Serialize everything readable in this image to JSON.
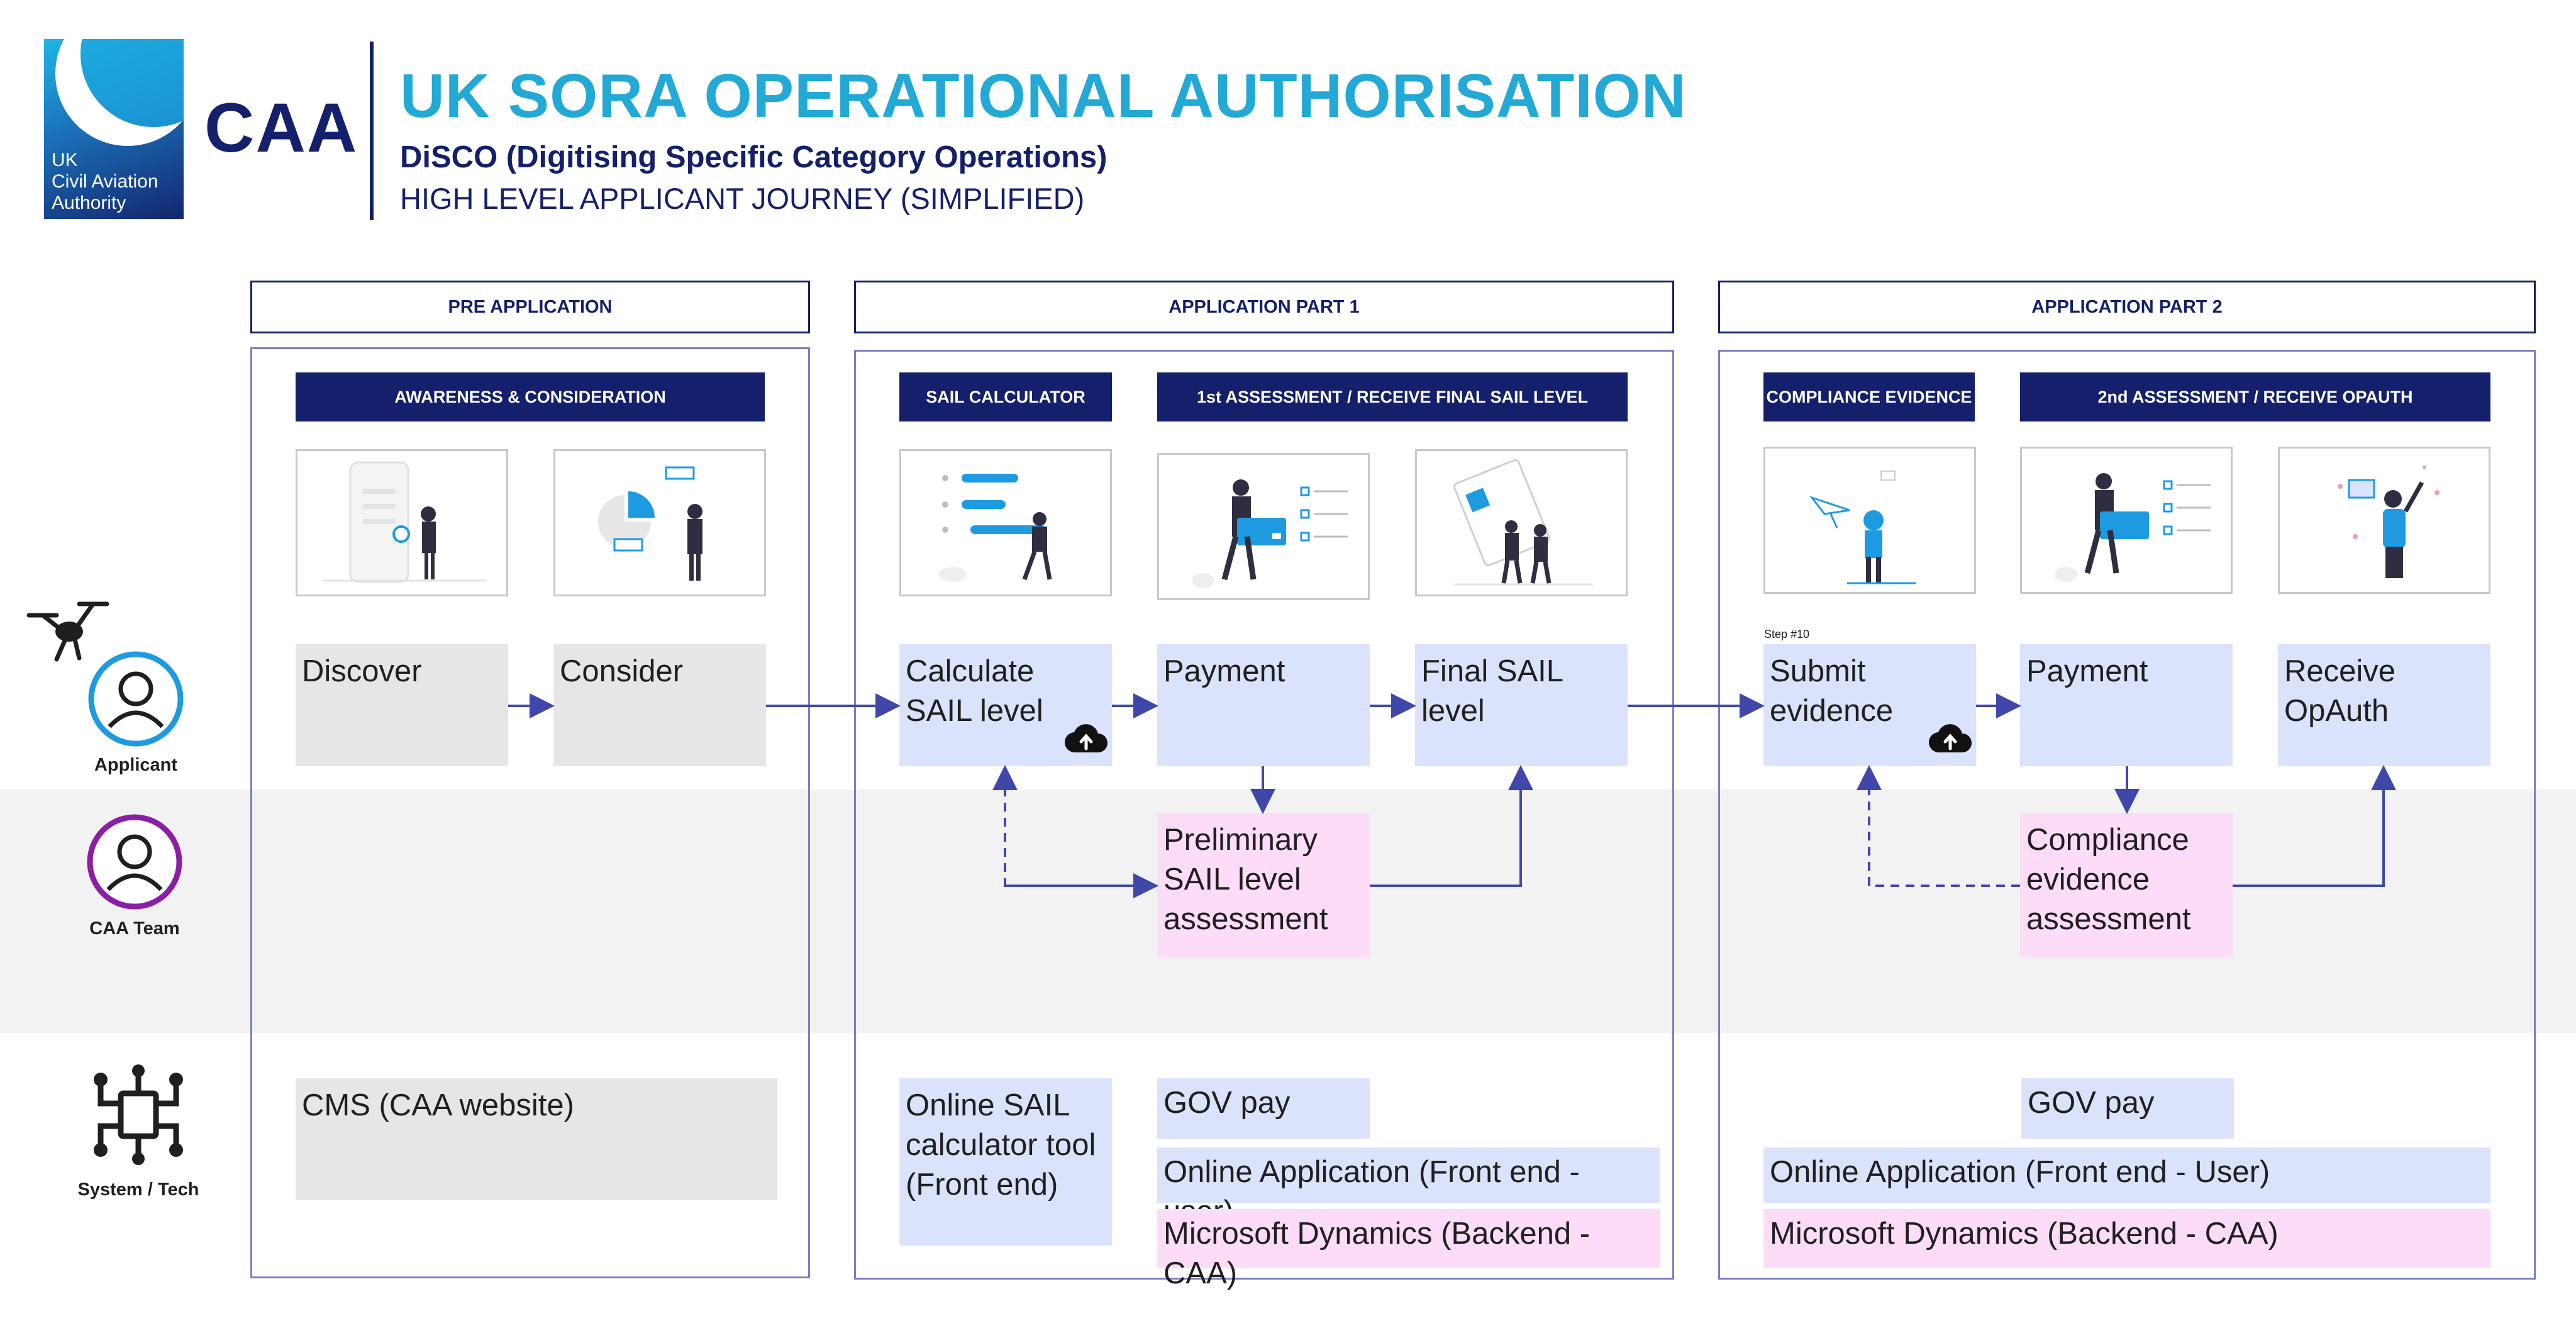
{
  "header": {
    "logo_text": "UK\nCivil Aviation\nAuthority",
    "caa": "CAA",
    "title": "UK SORA OPERATIONAL AUTHORISATION",
    "subtitle": "DiSCO (Digitising Specific Category Operations)",
    "subtitle2": "HIGH LEVEL APPLICANT JOURNEY (SIMPLIFIED)"
  },
  "roles": {
    "applicant": "Applicant",
    "caa_team": "CAA Team",
    "system": "System / Tech"
  },
  "phases": {
    "pre": "PRE APPLICATION",
    "part1": "APPLICATION PART 1",
    "part2": "APPLICATION PART 2"
  },
  "steps": {
    "awareness": "AWARENESS & CONSIDERATION",
    "sail_calc": "SAIL CALCULATOR",
    "assess1": "1st ASSESSMENT / RECEIVE FINAL SAIL LEVEL",
    "compliance": "COMPLIANCE EVIDENCE",
    "assess2": "2nd ASSESSMENT / RECEIVE OPAUTH"
  },
  "step_number": "Step #10",
  "boxes": {
    "discover": "Discover",
    "consider": "Consider",
    "calc_sail": "Calculate SAIL level",
    "payment1": "Payment",
    "final_sail": "Final SAIL level",
    "submit_evidence": "Submit evidence",
    "payment2": "Payment",
    "receive_opauth": "Receive OpAuth",
    "prelim_sail": "Preliminary SAIL level assessment",
    "compliance_assess": "Compliance evidence assessment",
    "cms": "CMS (CAA website)",
    "online_sail_tool": "Online SAIL calculator tool (Front end)",
    "gov_pay1": "GOV pay",
    "online_app1": "Online Application (Front end - user)",
    "ms_dynamics1": "Microsoft Dynamics (Backend - CAA)",
    "gov_pay2": "GOV pay",
    "online_app2": "Online Application (Front end - User)",
    "ms_dynamics2": "Microsoft Dynamics (Backend - CAA)"
  },
  "icons": {
    "drone": "drone-icon",
    "applicant": "person-circle-icon",
    "caa_team": "person-circle-icon",
    "system": "circuit-chip-icon",
    "upload": "cloud-upload-icon"
  },
  "colors": {
    "navy": "#14206b",
    "title_blue": "#22a9d6",
    "applicant_ring": "#1e9be0",
    "caa_ring": "#8a1fa6",
    "box_grey": "#e6e6e6",
    "box_blue": "#dae3fb",
    "box_pink": "#fcdcf6",
    "arrow": "#3f48a8"
  }
}
